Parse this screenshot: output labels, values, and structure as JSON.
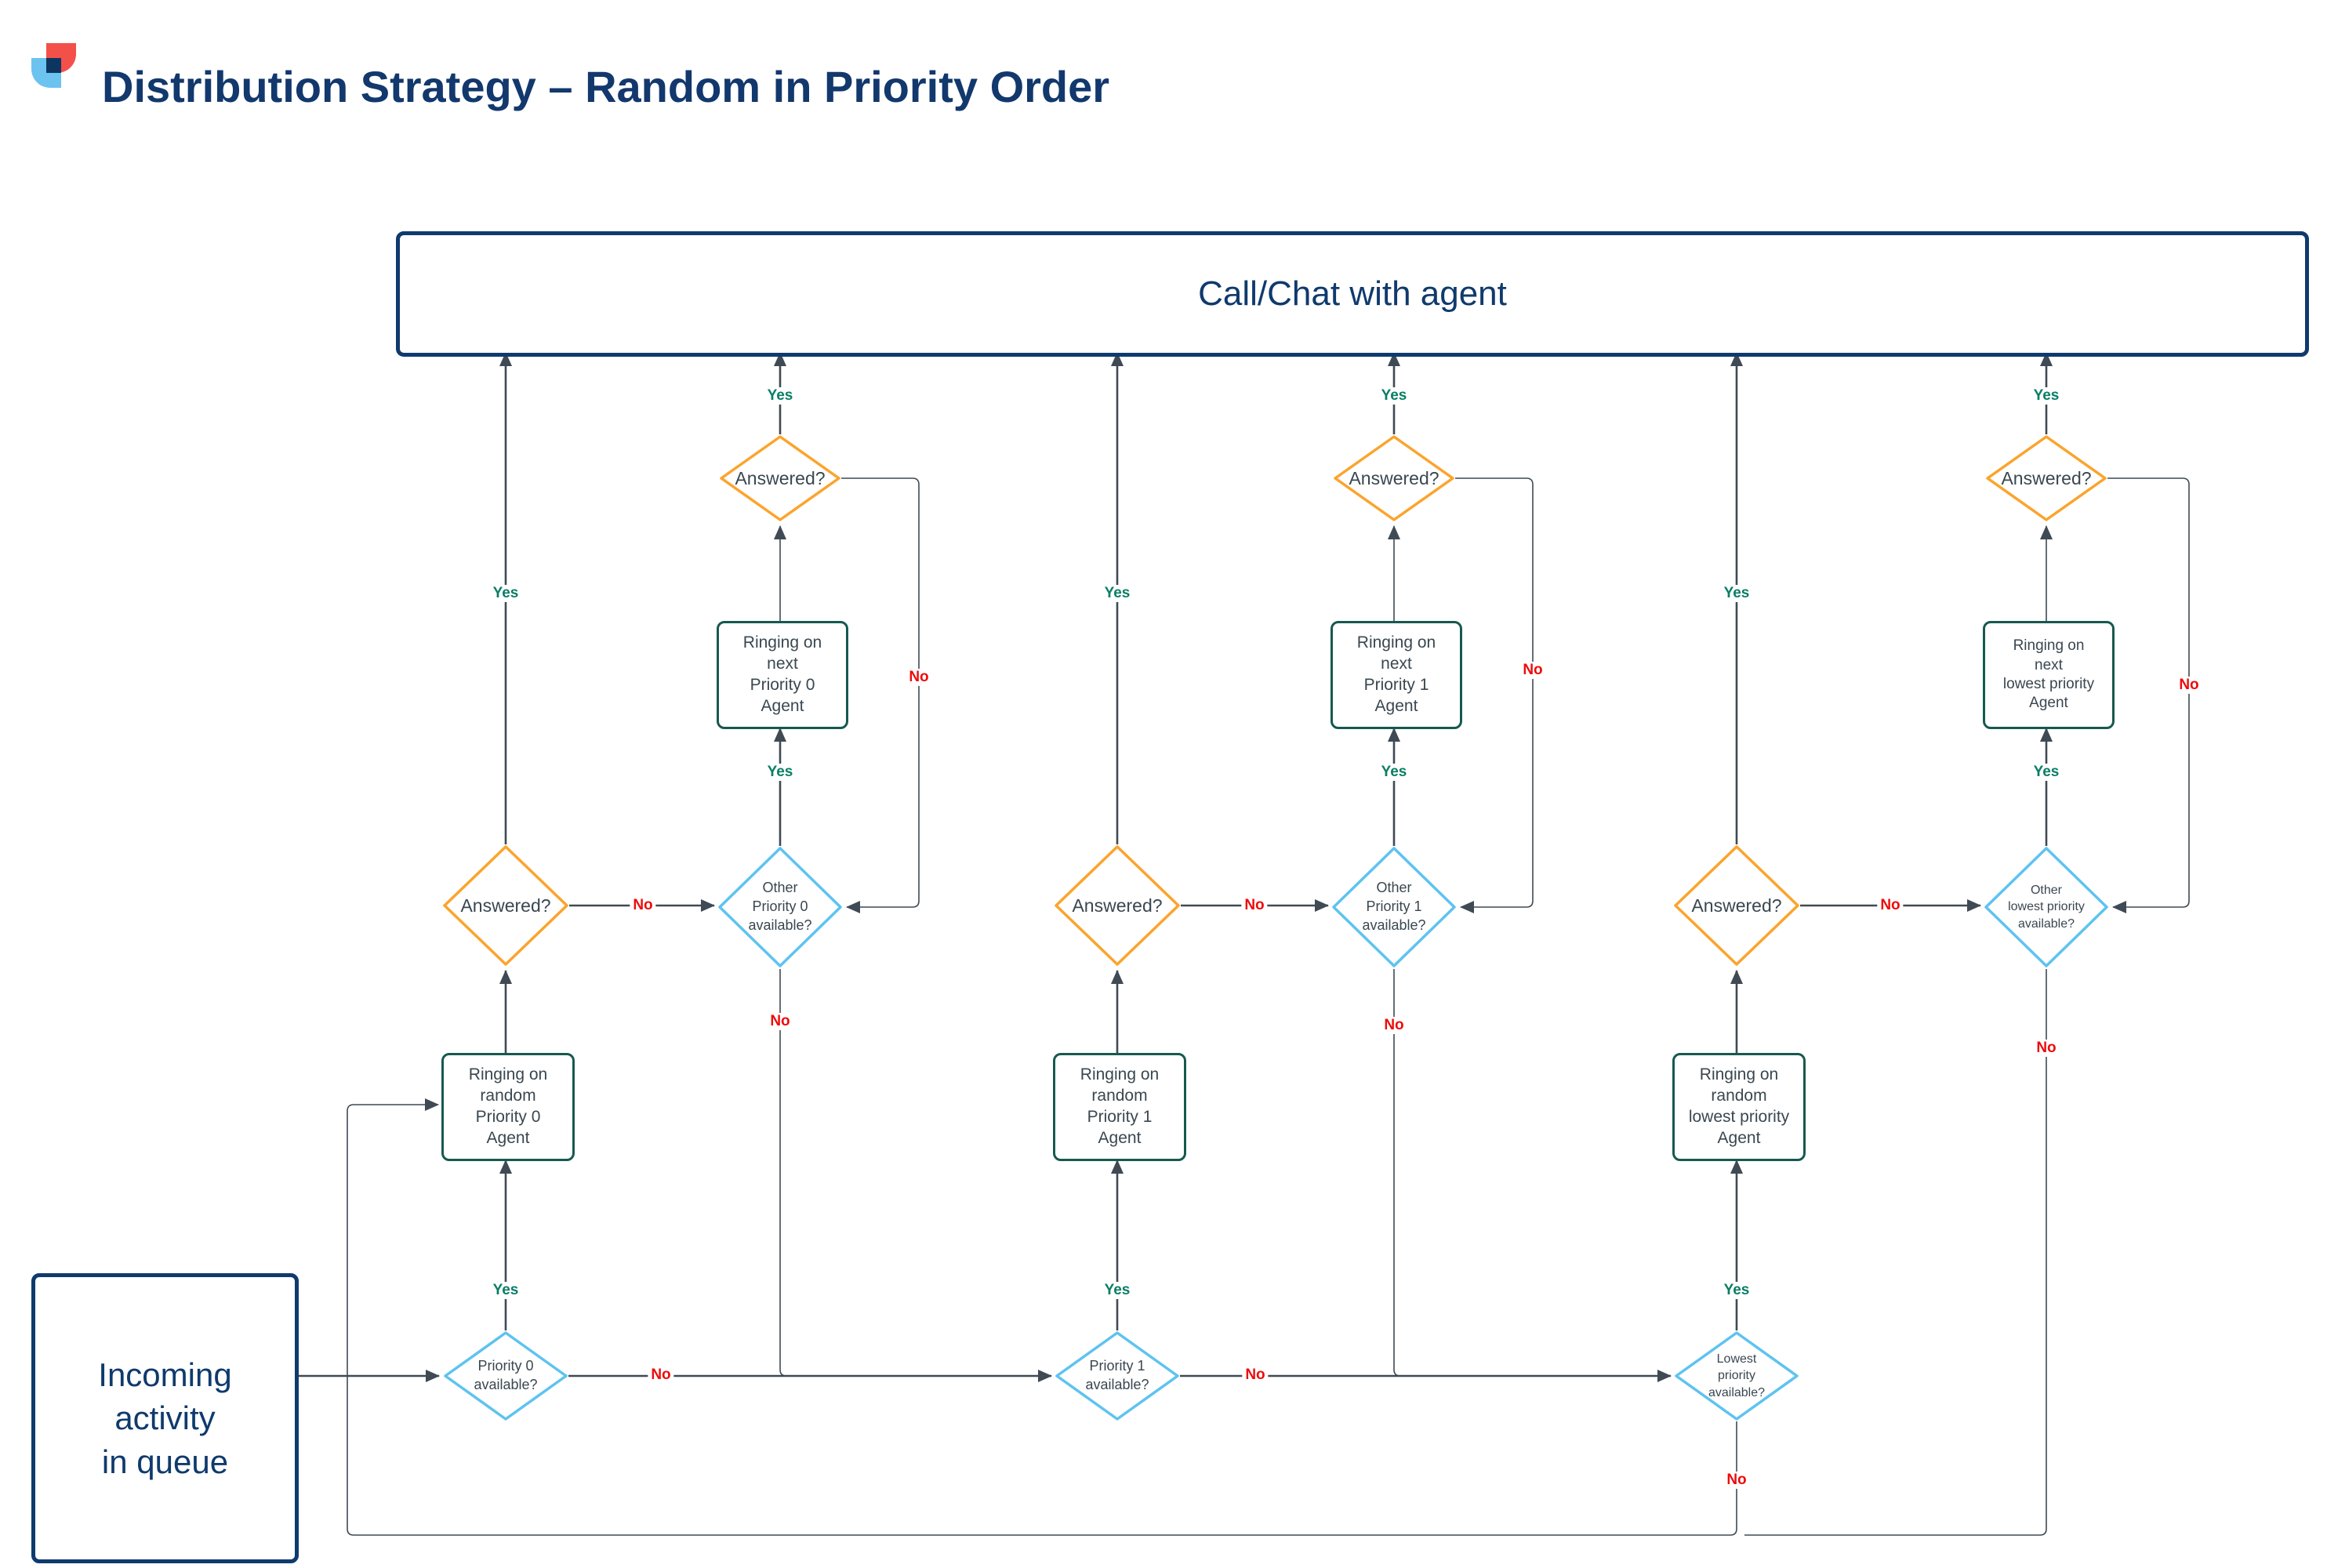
{
  "title": "Distribution Strategy – Random in Priority Order",
  "colors": {
    "navy": "#0F3A6D",
    "title_navy": "#12386D",
    "orange": "#FBA42C",
    "light_blue": "#5EC3F0",
    "teal_border": "#16594F",
    "yes_green": "#087E66",
    "no_red": "#EE0B0B",
    "line_gray": "#3F4A54",
    "node_text": "#3A4750",
    "logo_red": "#F4504A",
    "logo_blue": "#6CC3F0"
  },
  "top_box": {
    "label": "Call/Chat with agent"
  },
  "start_box": {
    "label": "Incoming\nactivity\nin queue"
  },
  "labels": {
    "yes": "Yes",
    "no": "No"
  },
  "columns": [
    {
      "id": "priority-0",
      "priority_check": "Priority 0\navailable?",
      "ring_random": "Ringing on\nrandom\nPriority 0\nAgent",
      "answered": "Answered?",
      "other_check": "Other\nPriority 0\navailable?",
      "ring_next": "Ringing on\nnext\nPriority 0\nAgent",
      "answered_next": "Answered?"
    },
    {
      "id": "priority-1",
      "priority_check": "Priority 1\navailable?",
      "ring_random": "Ringing on\nrandom\nPriority 1\nAgent",
      "answered": "Answered?",
      "other_check": "Other\nPriority 1\navailable?",
      "ring_next": "Ringing on\nnext\nPriority 1\nAgent",
      "answered_next": "Answered?"
    },
    {
      "id": "lowest-priority",
      "priority_check": "Lowest\npriority\navailable?",
      "ring_random": "Ringing on\nrandom\nlowest priority\nAgent",
      "answered": "Answered?",
      "other_check": "Other\nlowest priority\navailable?",
      "ring_next": "Ringing on\nnext\nlowest priority\nAgent",
      "answered_next": "Answered?"
    }
  ]
}
